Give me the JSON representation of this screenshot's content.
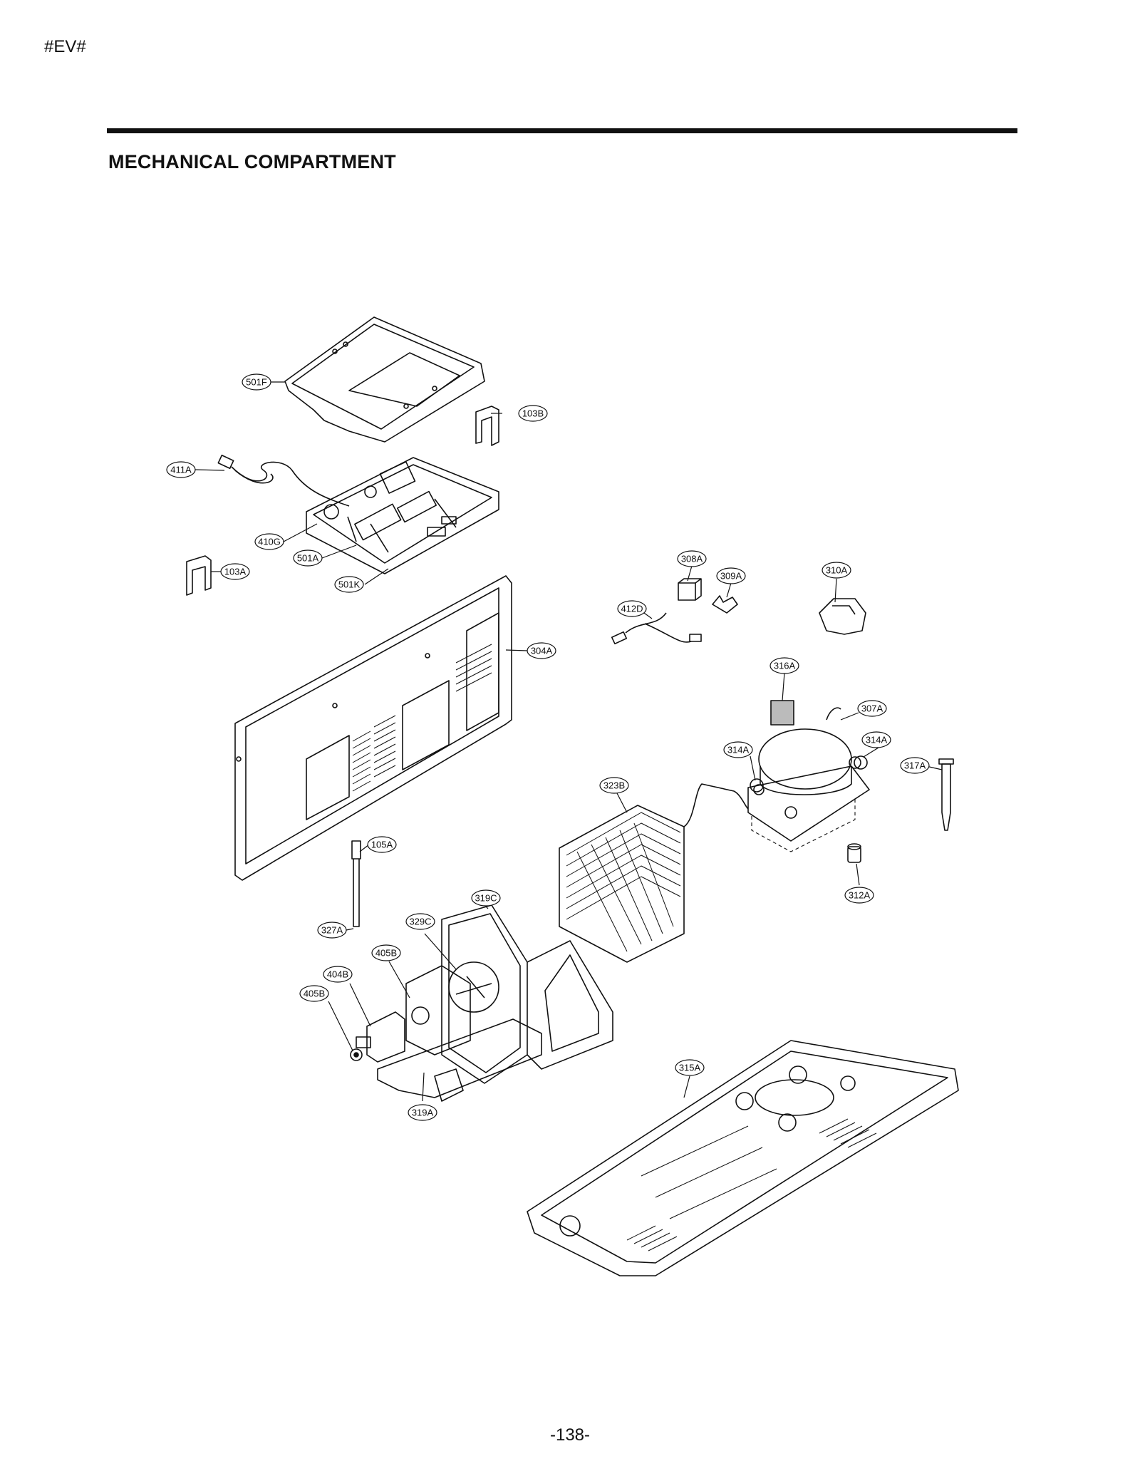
{
  "header": {
    "model_code": "#EV#"
  },
  "section": {
    "title": "MECHANICAL COMPARTMENT"
  },
  "footer": {
    "page_number": "-138-"
  },
  "diagram": {
    "callouts": [
      {
        "id": "501F",
        "label": "501F"
      },
      {
        "id": "103B",
        "label": "103B"
      },
      {
        "id": "411A",
        "label": "411A"
      },
      {
        "id": "410G",
        "label": "410G"
      },
      {
        "id": "501A",
        "label": "501A"
      },
      {
        "id": "103A",
        "label": "103A"
      },
      {
        "id": "501K",
        "label": "501K"
      },
      {
        "id": "308A",
        "label": "308A"
      },
      {
        "id": "309A",
        "label": "309A"
      },
      {
        "id": "310A",
        "label": "310A"
      },
      {
        "id": "412D",
        "label": "412D"
      },
      {
        "id": "304A",
        "label": "304A"
      },
      {
        "id": "316A",
        "label": "316A"
      },
      {
        "id": "307A",
        "label": "307A"
      },
      {
        "id": "314A_left",
        "label": "314A"
      },
      {
        "id": "314A_right",
        "label": "314A"
      },
      {
        "id": "317A",
        "label": "317A"
      },
      {
        "id": "323B",
        "label": "323B"
      },
      {
        "id": "105A",
        "label": "105A"
      },
      {
        "id": "319C",
        "label": "319C"
      },
      {
        "id": "312A",
        "label": "312A"
      },
      {
        "id": "327A",
        "label": "327A"
      },
      {
        "id": "329C",
        "label": "329C"
      },
      {
        "id": "405B_top",
        "label": "405B"
      },
      {
        "id": "404B",
        "label": "404B"
      },
      {
        "id": "405B_left",
        "label": "405B"
      },
      {
        "id": "315A",
        "label": "315A"
      },
      {
        "id": "319A",
        "label": "319A"
      }
    ]
  }
}
